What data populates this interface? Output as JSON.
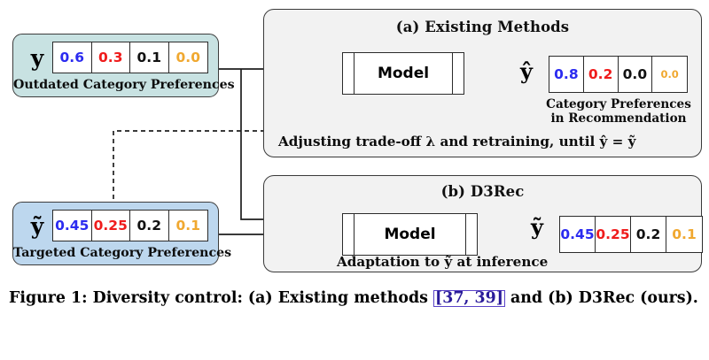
{
  "figure": {
    "caption_part1": "Figure 1: Diversity control: (a) Existing methods ",
    "citation": "[37, 39]",
    "caption_part2": " and (b) D3Rec (ours)."
  },
  "colors": {
    "blue": "#2b2bf0",
    "red": "#ef1c1c",
    "black": "#111111",
    "orange": "#f0a830",
    "panel_bg": "#f2f2f2",
    "card_teal": "#c8e2e2",
    "card_blue": "#bdd7ee",
    "citation": "#2a1b9a"
  },
  "input_cards": [
    {
      "id": "outdated",
      "symbol": "y",
      "caption": "Outdated Category Preferences",
      "bg": "#c8e2e2",
      "values": [
        {
          "text": "0.6",
          "color": "#2b2bf0",
          "size": 15.5
        },
        {
          "text": "0.3",
          "color": "#ef1c1c",
          "size": 15.5
        },
        {
          "text": "0.1",
          "color": "#111111",
          "size": 15.5
        },
        {
          "text": "0.0",
          "color": "#f0a830",
          "size": 15.5
        }
      ]
    },
    {
      "id": "targeted",
      "symbol": "ỹ",
      "caption": "Targeted Category Preferences",
      "bg": "#bdd7ee",
      "values": [
        {
          "text": "0.45",
          "color": "#2b2bf0",
          "size": 15.5
        },
        {
          "text": "0.25",
          "color": "#ef1c1c",
          "size": 15.5
        },
        {
          "text": "0.2",
          "color": "#111111",
          "size": 15.5
        },
        {
          "text": "0.1",
          "color": "#f0a830",
          "size": 15.5
        }
      ]
    }
  ],
  "panels": [
    {
      "id": "a",
      "title": "(a) Existing Methods",
      "model_label": "Model",
      "output_symbol": "ŷ",
      "output_caption_line1": "Category Preferences",
      "output_caption_line2": "in Recommendation",
      "note": "Adjusting trade-off  λ and retraining, until ŷ = ỹ",
      "values": [
        {
          "text": "0.8",
          "color": "#2b2bf0",
          "size": 15.5
        },
        {
          "text": "0.2",
          "color": "#ef1c1c",
          "size": 15.5
        },
        {
          "text": "0.0",
          "color": "#111111",
          "size": 15.5
        },
        {
          "text": "0.0",
          "color": "#f0a830",
          "size": 11.5
        }
      ]
    },
    {
      "id": "b",
      "title": "(b) D3Rec",
      "model_label": "Model",
      "output_symbol": "ỹ",
      "note": "Adaptation to ỹ at inference",
      "values": [
        {
          "text": "0.45",
          "color": "#2b2bf0",
          "size": 15.5
        },
        {
          "text": "0.25",
          "color": "#ef1c1c",
          "size": 15.5
        },
        {
          "text": "0.2",
          "color": "#111111",
          "size": 15.5
        },
        {
          "text": "0.1",
          "color": "#f0a830",
          "size": 15.5
        }
      ]
    }
  ]
}
